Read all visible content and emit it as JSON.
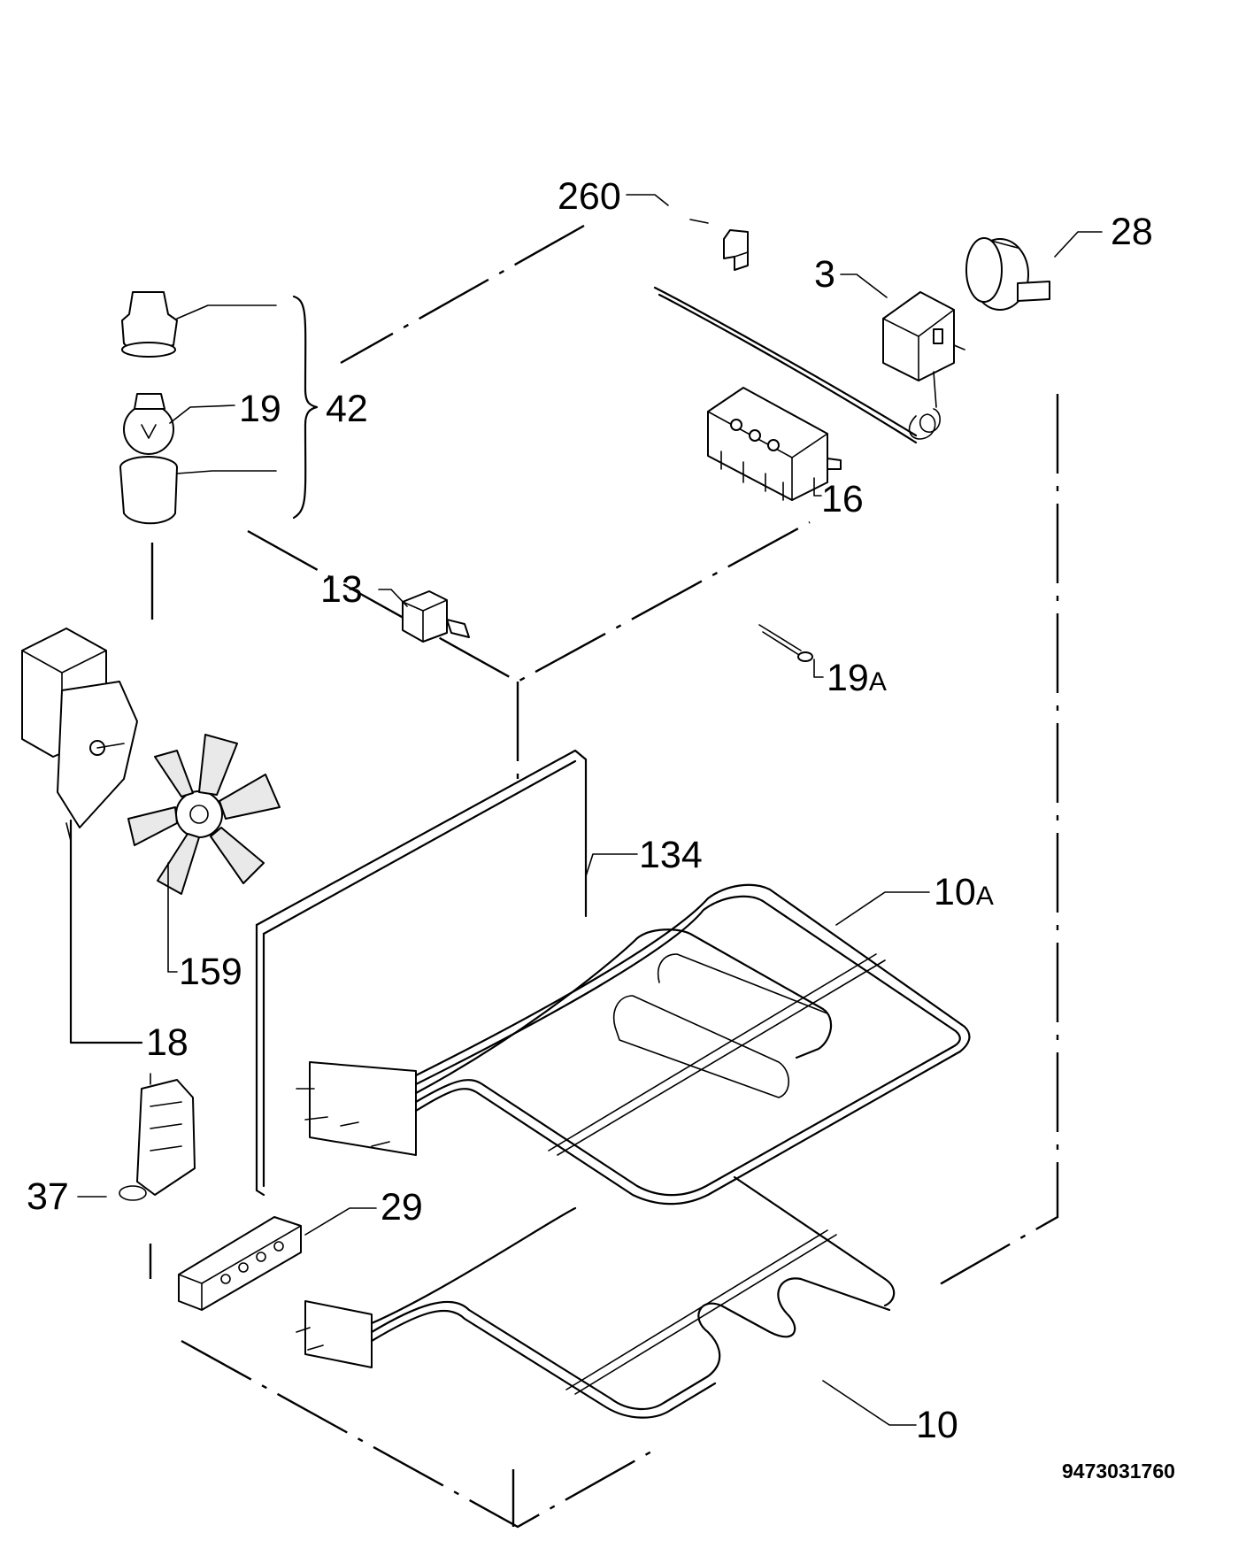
{
  "diagram": {
    "document_number": "9473031760",
    "callouts": {
      "c260": "260",
      "c28": "28",
      "c3": "3",
      "c19": "19",
      "c42": "42",
      "c16": "16",
      "c13": "13",
      "c19a_num": "19",
      "c19a_suffix": "A",
      "c134": "134",
      "c10a_num": "10",
      "c10a_suffix": "A",
      "c159": "159",
      "c18": "18",
      "c37": "37",
      "c29": "29",
      "c10": "10"
    },
    "colors": {
      "ink": "#000000",
      "background": "#ffffff"
    }
  }
}
